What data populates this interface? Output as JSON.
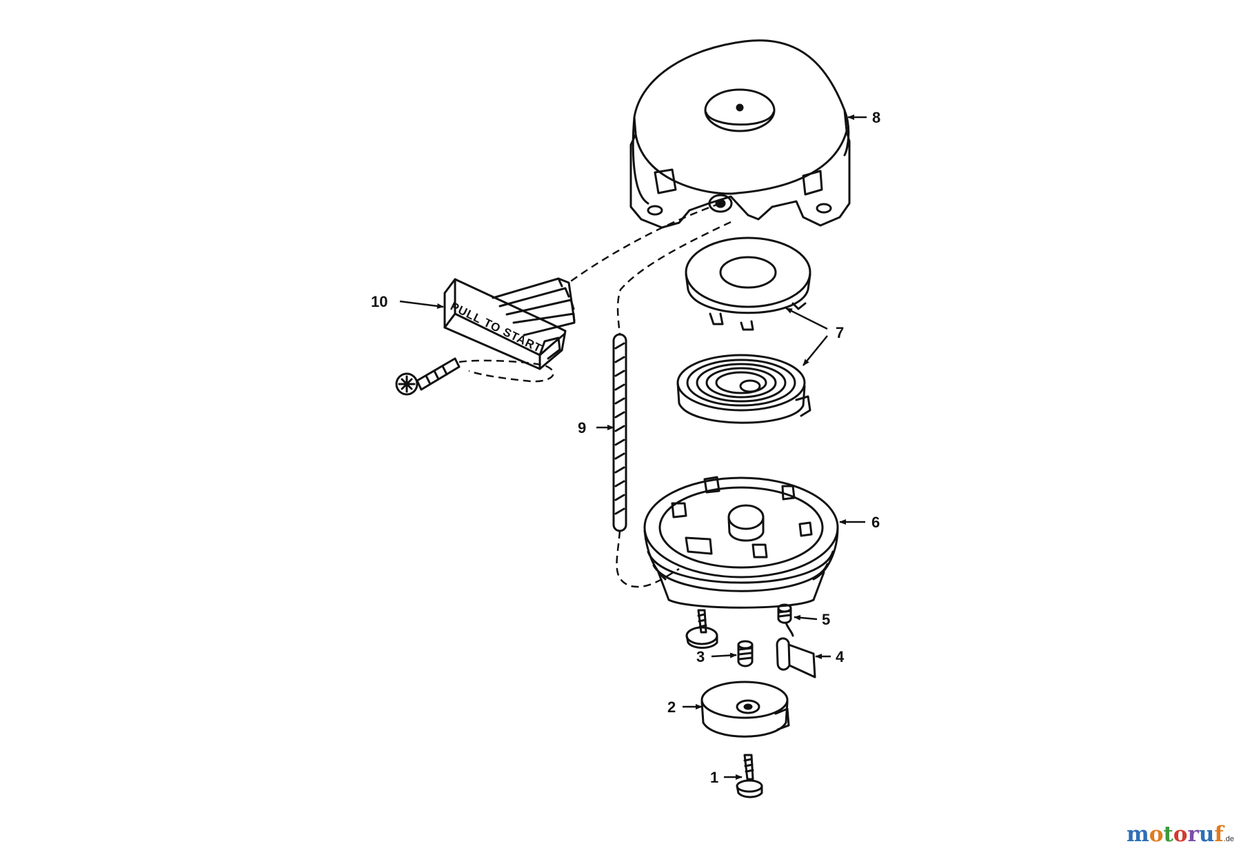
{
  "diagram": {
    "callouts": [
      {
        "id": "part-1",
        "label": "1"
      },
      {
        "id": "part-2",
        "label": "2"
      },
      {
        "id": "part-3",
        "label": "3"
      },
      {
        "id": "part-4",
        "label": "4"
      },
      {
        "id": "part-5",
        "label": "5"
      },
      {
        "id": "part-6",
        "label": "6"
      },
      {
        "id": "part-7",
        "label": "7"
      },
      {
        "id": "part-8",
        "label": "8"
      },
      {
        "id": "part-9",
        "label": "9"
      },
      {
        "id": "part-10",
        "label": "10"
      }
    ],
    "handle_text": "PULL TO START"
  },
  "watermark": {
    "text": "motoruf",
    "suffix": ".de",
    "colors": [
      "#2e6fb5",
      "#e07b1f",
      "#3d9a3b",
      "#d23a2f",
      "#7b4fa6",
      "#2e6fb5",
      "#e07b1f"
    ]
  },
  "colors": {
    "line": "#111111",
    "background": "#ffffff"
  }
}
